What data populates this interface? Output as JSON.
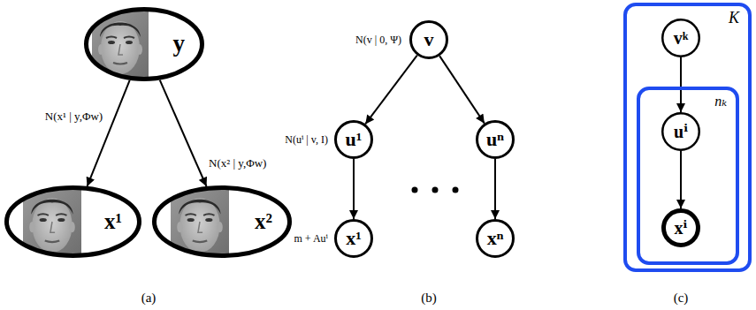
{
  "diagram": {
    "nodes": [
      {
        "text": [
          "y"
        ]
      },
      {
        "text": [
          "x¹"
        ]
      },
      {
        "text": [
          "x²"
        ]
      },
      {
        "text": [
          "v"
        ]
      },
      {
        "text": [
          "u¹"
        ]
      },
      {
        "text": [
          "uⁿ"
        ]
      },
      {
        "text": [
          "x¹"
        ]
      },
      {
        "text": [
          "xⁿ"
        ]
      },
      {
        "text": [
          "K"
        ]
      },
      {
        "text": [
          "vᵏ"
        ],
        "in": 8
      },
      {
        "text": [
          "nₖ"
        ],
        "in": 8
      },
      {
        "text": [
          "uⁱ"
        ],
        "in": 10
      },
      {
        "text": [
          "xⁱ"
        ],
        "in": 10
      }
    ],
    "edges": [
      {
        "from": 0,
        "to": 1,
        "arrow": "to",
        "label": "N(x¹ | y,Φw)"
      },
      {
        "from": 0,
        "to": 2,
        "arrow": "to",
        "label": "N(x² | y,Φw)"
      },
      {
        "from": 3,
        "to": 4,
        "arrow": "to"
      },
      {
        "from": 3,
        "to": 5,
        "arrow": "to"
      },
      {
        "from": 4,
        "to": 6,
        "arrow": "to"
      },
      {
        "from": 5,
        "to": 7,
        "arrow": "to"
      },
      {
        "from": 9,
        "to": 11,
        "arrow": "to"
      },
      {
        "from": 11,
        "to": 12,
        "arrow": "to"
      }
    ],
    "labels": [
      "N(v | 0, Ψ)",
      "N(uⁱ | v, I)",
      "m + Auⁱ",
      "(a)",
      "(b)",
      "(c)"
    ]
  }
}
